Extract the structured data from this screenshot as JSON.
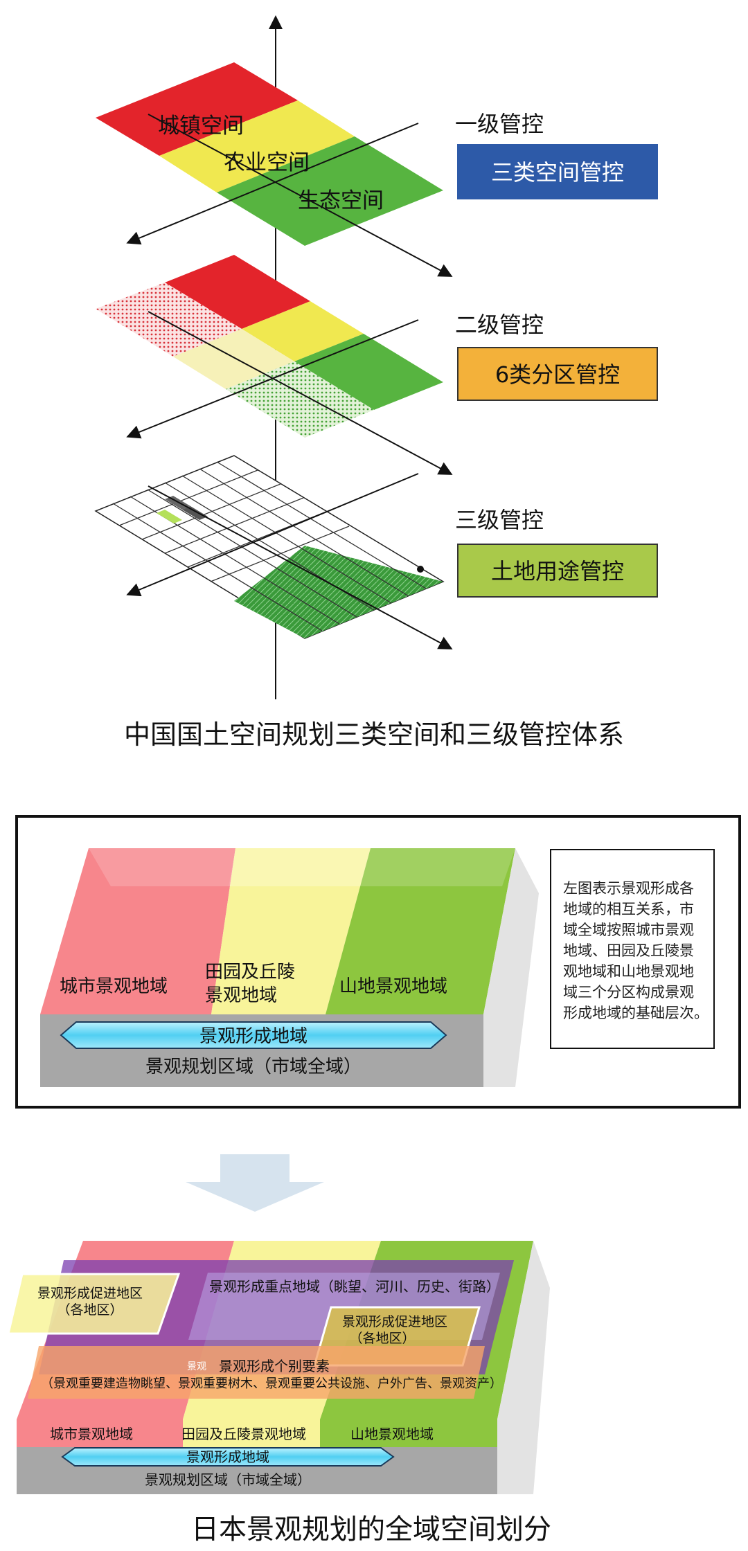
{
  "fig1": {
    "layers": {
      "top": {
        "urban": "城镇空间",
        "agri": "农业空间",
        "eco": "生态空间"
      }
    },
    "levels": [
      {
        "title": "一级管控",
        "box": "三类空间管控",
        "color": "#2d5aa8"
      },
      {
        "title": "二级管控",
        "box": "6类分区管控",
        "color": "#f3b13a"
      },
      {
        "title": "三级管控",
        "box": "土地用途管控",
        "color": "#a9c94a"
      }
    ],
    "caption": "中国国土空间规划三类空间和三级管控体系"
  },
  "fig2": {
    "regions": [
      "城市景观地域",
      "田园及丘陵",
      "景观地域",
      "山地景观地域"
    ],
    "band": "景观形成地域",
    "base": "景观规划区域（市域全域）",
    "note_lines": [
      "左图表示景观形成各",
      "地域的相互关系，市",
      "域全域按照城市景观",
      "地域、田园及丘陵景",
      "观地域和山地景观地",
      "域三个分区构成景观",
      "形成地域的基础层次。"
    ]
  },
  "fig3": {
    "promo_left": [
      "景观形成促进地区",
      "（各地区）"
    ],
    "key_area": "景观形成重点地域（眺望、河川、历史、街路）",
    "promo_right": [
      "景观形成促进地区",
      "（各地区）"
    ],
    "elements_title": "景观形成个别要素",
    "elements_small": "景观",
    "elements_list": "（景观重要建造物眺望、景观重要树木、景观重要公共设施、户外广告、景观资产）",
    "regions": [
      "城市景观地域",
      "田园及丘陵景观地域",
      "山地景观地域"
    ],
    "band": "景观形成地域",
    "base": "景观规划区域（市域全域）",
    "caption": "日本景观规划的全域空间划分"
  }
}
